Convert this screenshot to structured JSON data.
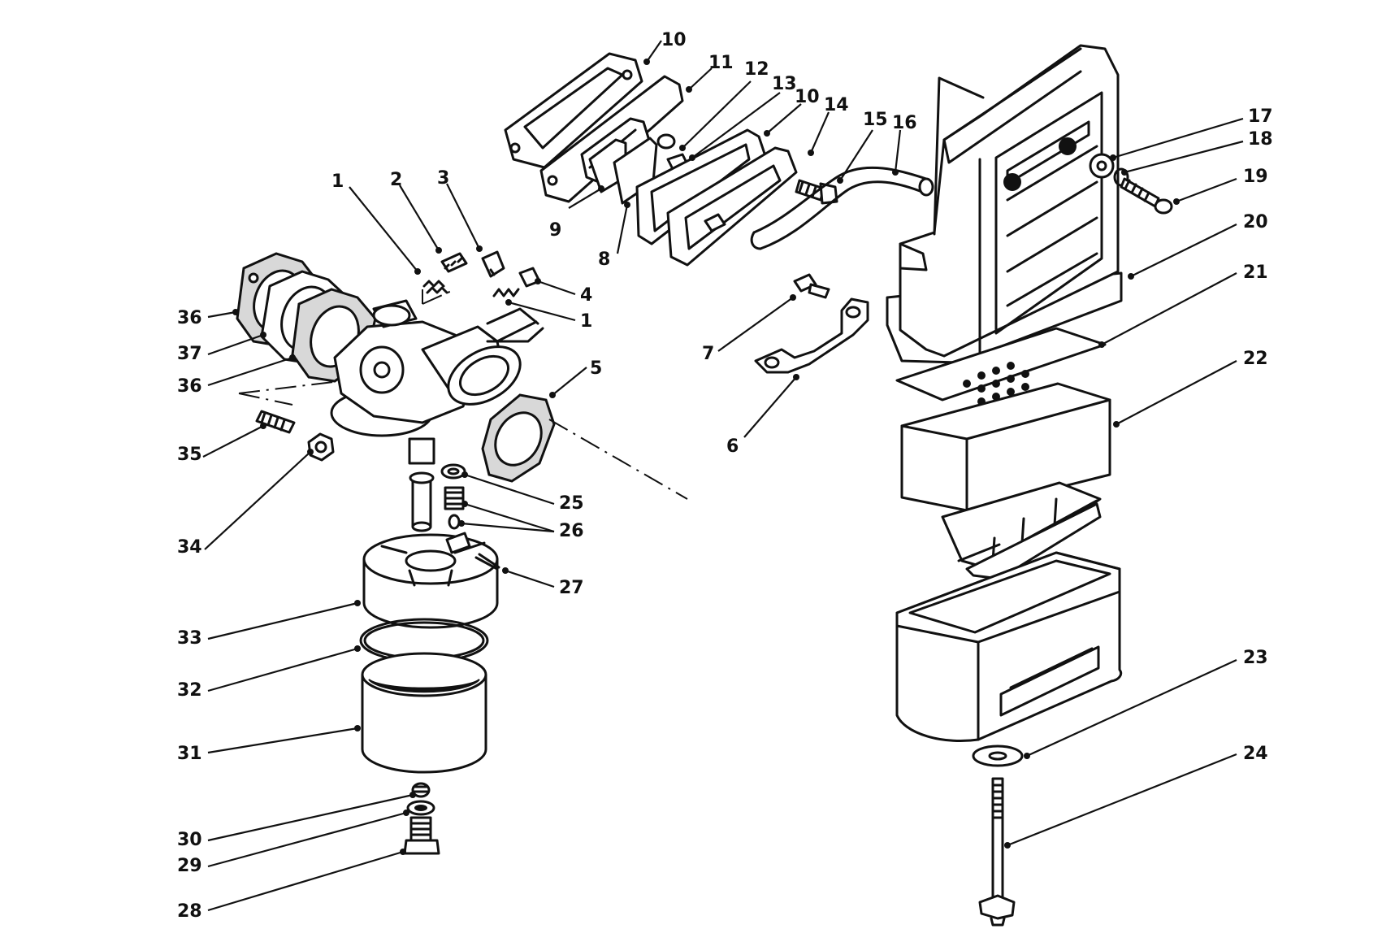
{
  "callouts": [
    {
      "id": "c1",
      "label": "1"
    },
    {
      "id": "c2",
      "label": "2"
    },
    {
      "id": "c3",
      "label": "3"
    },
    {
      "id": "c4",
      "label": "4"
    },
    {
      "id": "c1b",
      "label": "1"
    },
    {
      "id": "c5",
      "label": "5"
    },
    {
      "id": "c6",
      "label": "6"
    },
    {
      "id": "c7",
      "label": "7"
    },
    {
      "id": "c8",
      "label": "8"
    },
    {
      "id": "c9",
      "label": "9"
    },
    {
      "id": "c10",
      "label": "10"
    },
    {
      "id": "c10b",
      "label": "10"
    },
    {
      "id": "c11",
      "label": "11"
    },
    {
      "id": "c12",
      "label": "12"
    },
    {
      "id": "c13",
      "label": "13"
    },
    {
      "id": "c14",
      "label": "14"
    },
    {
      "id": "c15",
      "label": "15"
    },
    {
      "id": "c16",
      "label": "16"
    },
    {
      "id": "c17",
      "label": "17"
    },
    {
      "id": "c18",
      "label": "18"
    },
    {
      "id": "c19",
      "label": "19"
    },
    {
      "id": "c20",
      "label": "20"
    },
    {
      "id": "c21",
      "label": "21"
    },
    {
      "id": "c22",
      "label": "22"
    },
    {
      "id": "c23",
      "label": "23"
    },
    {
      "id": "c24",
      "label": "24"
    },
    {
      "id": "c25",
      "label": "25"
    },
    {
      "id": "c26",
      "label": "26"
    },
    {
      "id": "c27",
      "label": "27"
    },
    {
      "id": "c28",
      "label": "28"
    },
    {
      "id": "c29",
      "label": "29"
    },
    {
      "id": "c30",
      "label": "30"
    },
    {
      "id": "c31",
      "label": "31"
    },
    {
      "id": "c32",
      "label": "32"
    },
    {
      "id": "c33",
      "label": "33"
    },
    {
      "id": "c34",
      "label": "34"
    },
    {
      "id": "c35",
      "label": "35"
    },
    {
      "id": "c36",
      "label": "36"
    },
    {
      "id": "c36b",
      "label": "36"
    },
    {
      "id": "c37",
      "label": "37"
    }
  ]
}
